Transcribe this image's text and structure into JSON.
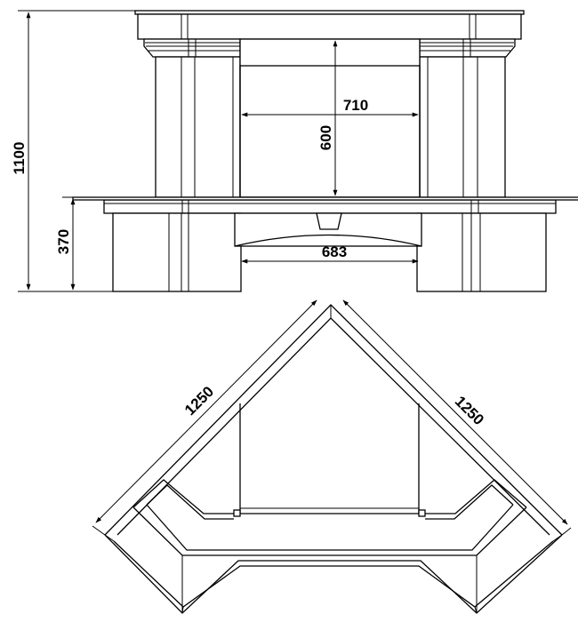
{
  "front_view": {
    "dims": {
      "total_height": "1100",
      "base_height": "370",
      "opening_width": "710",
      "opening_height": "600",
      "hearth_width": "683"
    }
  },
  "top_view": {
    "dims": {
      "left_side": "1250",
      "right_side": "1250"
    }
  },
  "colors": {
    "line": "#000000",
    "background": "#ffffff"
  }
}
